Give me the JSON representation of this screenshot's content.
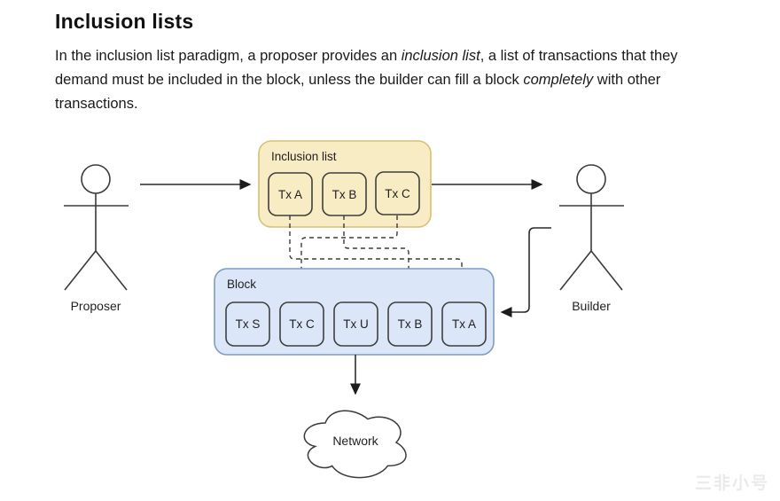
{
  "page": {
    "title": "Inclusion lists",
    "paragraph": {
      "l1s1": "In the inclusion list paradigm, a proposer provides an ",
      "l1i": "inclusion list",
      "l1s2": ", a list of transactions that they",
      "l2s1": "demand must be included in the block, unless the builder can fill a block ",
      "l2i": "completely",
      "l2s2": " with other",
      "l3": "transactions."
    }
  },
  "diagram": {
    "proposer_label": "Proposer",
    "builder_label": "Builder",
    "inclusion_list": {
      "label": "Inclusion list",
      "items": [
        "Tx A",
        "Tx B",
        "Tx C"
      ]
    },
    "block": {
      "label": "Block",
      "items": [
        "Tx S",
        "Tx C",
        "Tx U",
        "Tx B",
        "Tx A"
      ]
    },
    "network_label": "Network",
    "colors": {
      "list_fill": "#f8ecc4",
      "list_stroke": "#d9bf77",
      "block_fill": "#dbe7f8",
      "block_stroke": "#7f9cc4",
      "box_stroke": "#3f3f3f",
      "line": "#3a3a3a",
      "text": "#1a1a1a"
    }
  },
  "watermark": {
    "text": "三非小号"
  }
}
